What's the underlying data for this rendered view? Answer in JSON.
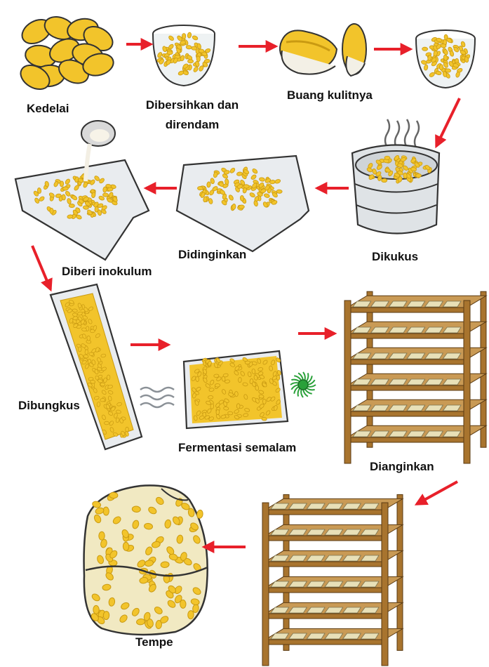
{
  "steps": [
    {
      "id": "kedelai",
      "label": "Kedelai"
    },
    {
      "id": "dibersihkan",
      "label": "Dibersihkan dan",
      "label2": "direndam"
    },
    {
      "id": "buang-kulit",
      "label": "Buang kulitnya"
    },
    {
      "id": "dikukus",
      "label": "Dikukus"
    },
    {
      "id": "didinginkan",
      "label": "Didinginkan"
    },
    {
      "id": "diberi-inokulum",
      "label": "Diberi inokulum"
    },
    {
      "id": "dibungkus",
      "label": "Dibungkus"
    },
    {
      "id": "fermentasi",
      "label": "Fermentasi semalam"
    },
    {
      "id": "dianginkan",
      "label": "Dianginkan"
    },
    {
      "id": "tempe",
      "label": "Tempe"
    }
  ],
  "colors": {
    "arrow": "#e8202a",
    "bean": "#f2c42b",
    "bean_dark": "#c99a12",
    "wood": "#a8742e",
    "wood_dark": "#5a3a12",
    "cloth": "#e9ecef",
    "cloth_edge": "#333333",
    "bowl_glass": "#eef2f3",
    "mold": "#2aa13a"
  }
}
